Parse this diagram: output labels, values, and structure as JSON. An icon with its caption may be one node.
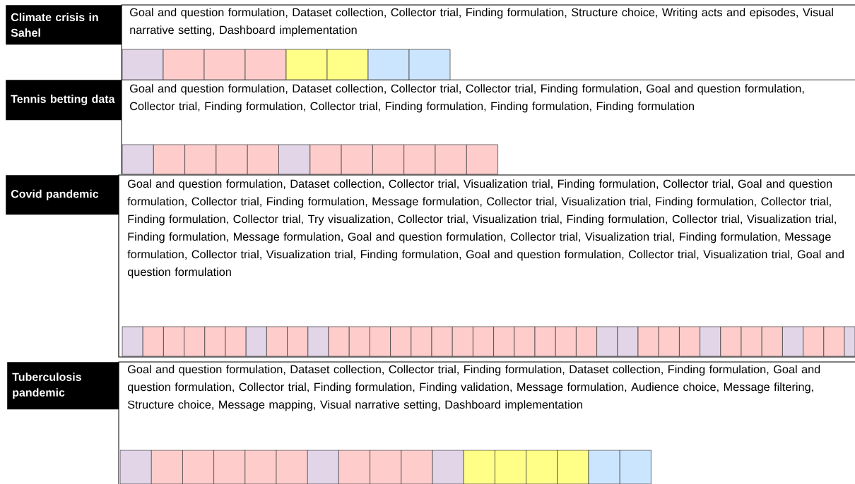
{
  "diagram": {
    "nodes": [
      {
        "text": [
          "Climate crisis in Sahel"
        ]
      },
      {
        "text": [
          "Goal and question formulation, Dataset collection, Collector trial, Finding formulation, Structure choice, Writing acts and episodes, Visual narrative setting, Dashboard implementation"
        ]
      },
      {
        "text": [
          "Tennis betting data"
        ]
      },
      {
        "text": [
          "Goal and question formulation, Dataset collection, Collector trial, Collector trial, Finding formulation, Goal and question formulation, Collector trial, Finding formulation, Collector trial, Finding formulation, Finding formulation, Finding formulation"
        ]
      },
      {
        "text": [
          "Covid pandemic"
        ]
      },
      {
        "text": [
          "Goal and question formulation, Dataset collection, Collector trial, Visualization trial, Finding formulation, Collector trial, Goal and question formulation, Collector trial, Finding formulation, Message formulation, Collector trial, Visualization trial, Finding formulation, Collector trial, Finding formulation, Collector trial, Try visualization, Collector trial, Visualization trial, Finding formulation, Collector trial, Visualization trial, Finding formulation, Message formulation, Goal and question formulation, Collector trial, Visualization trial, Finding formulation, Message formulation, Collector trial, Visualization trial, Finding formulation, Goal and question formulation, Collector trial, Visualization trial, Goal and question formulation"
        ]
      },
      {
        "text": [
          "Tuberculosis pandemic"
        ]
      },
      {
        "text": [
          "Goal and question formulation, Dataset collection, Collector trial, Finding formulation, Dataset collection, Finding formulation, Goal and question formulation, Collector trial, Finding formulation, Finding validation, Message formulation, Audience choice, Message filtering, Structure choice, Message mapping, Visual narrative setting, Dashboard implementation"
        ]
      }
    ]
  }
}
